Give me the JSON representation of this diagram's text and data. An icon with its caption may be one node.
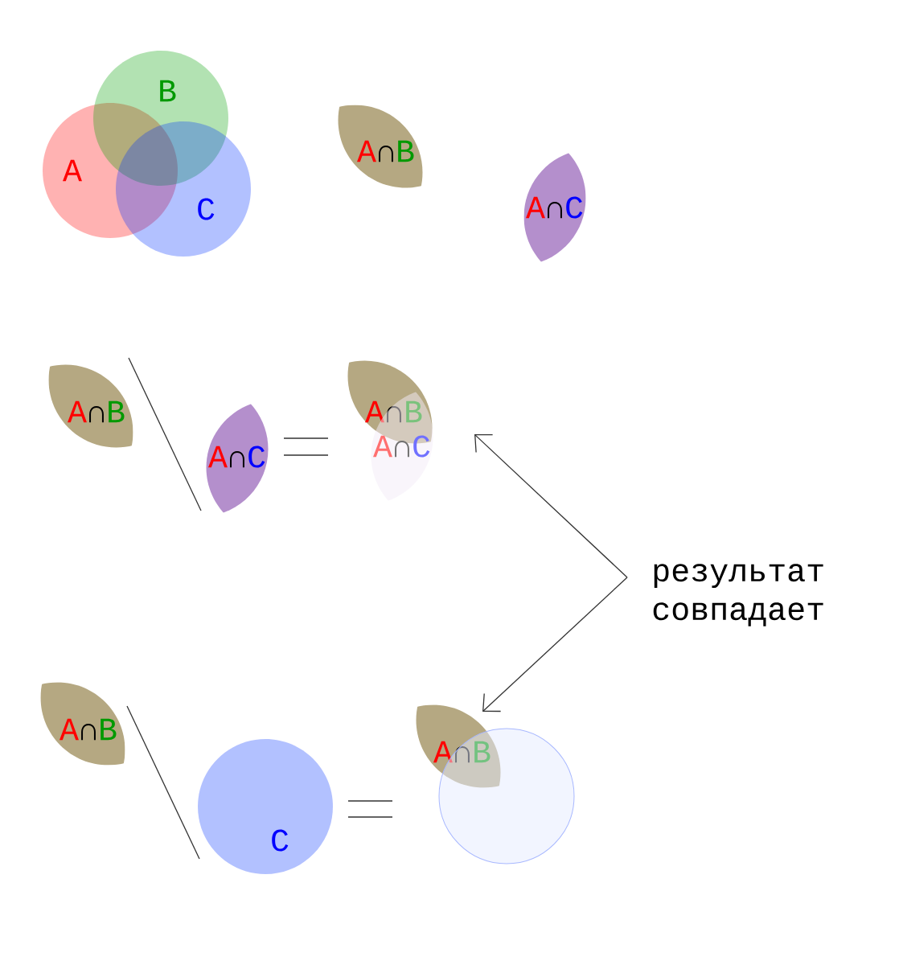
{
  "diagram": {
    "nodes": [
      {
        "text": [
          "A"
        ]
      },
      {
        "text": [
          "B"
        ]
      },
      {
        "text": [
          "C"
        ]
      },
      {
        "text": [
          "A",
          "∩",
          "B"
        ]
      },
      {
        "text": [
          "A",
          "∩",
          "C"
        ]
      },
      {
        "text": [
          "A",
          "∩",
          "B"
        ]
      },
      {
        "text": [
          "A",
          "∩",
          "C"
        ]
      },
      {
        "text": [
          "A",
          "∩",
          "B"
        ]
      },
      {
        "text": [
          "A",
          "∩",
          "C"
        ]
      },
      {
        "text": [
          "результат совпадает"
        ]
      },
      {
        "text": [
          "A",
          "∩",
          "B"
        ]
      },
      {
        "text": [
          "C"
        ]
      },
      {
        "text": [
          "A",
          "∩",
          "B"
        ]
      },
      {
        "text": [],
        "shape": "circle"
      }
    ],
    "edges": [
      {
        "from": 9,
        "to": 8,
        "arrow": "to"
      },
      {
        "from": 9,
        "to": 12,
        "arrow": "to"
      }
    ]
  }
}
